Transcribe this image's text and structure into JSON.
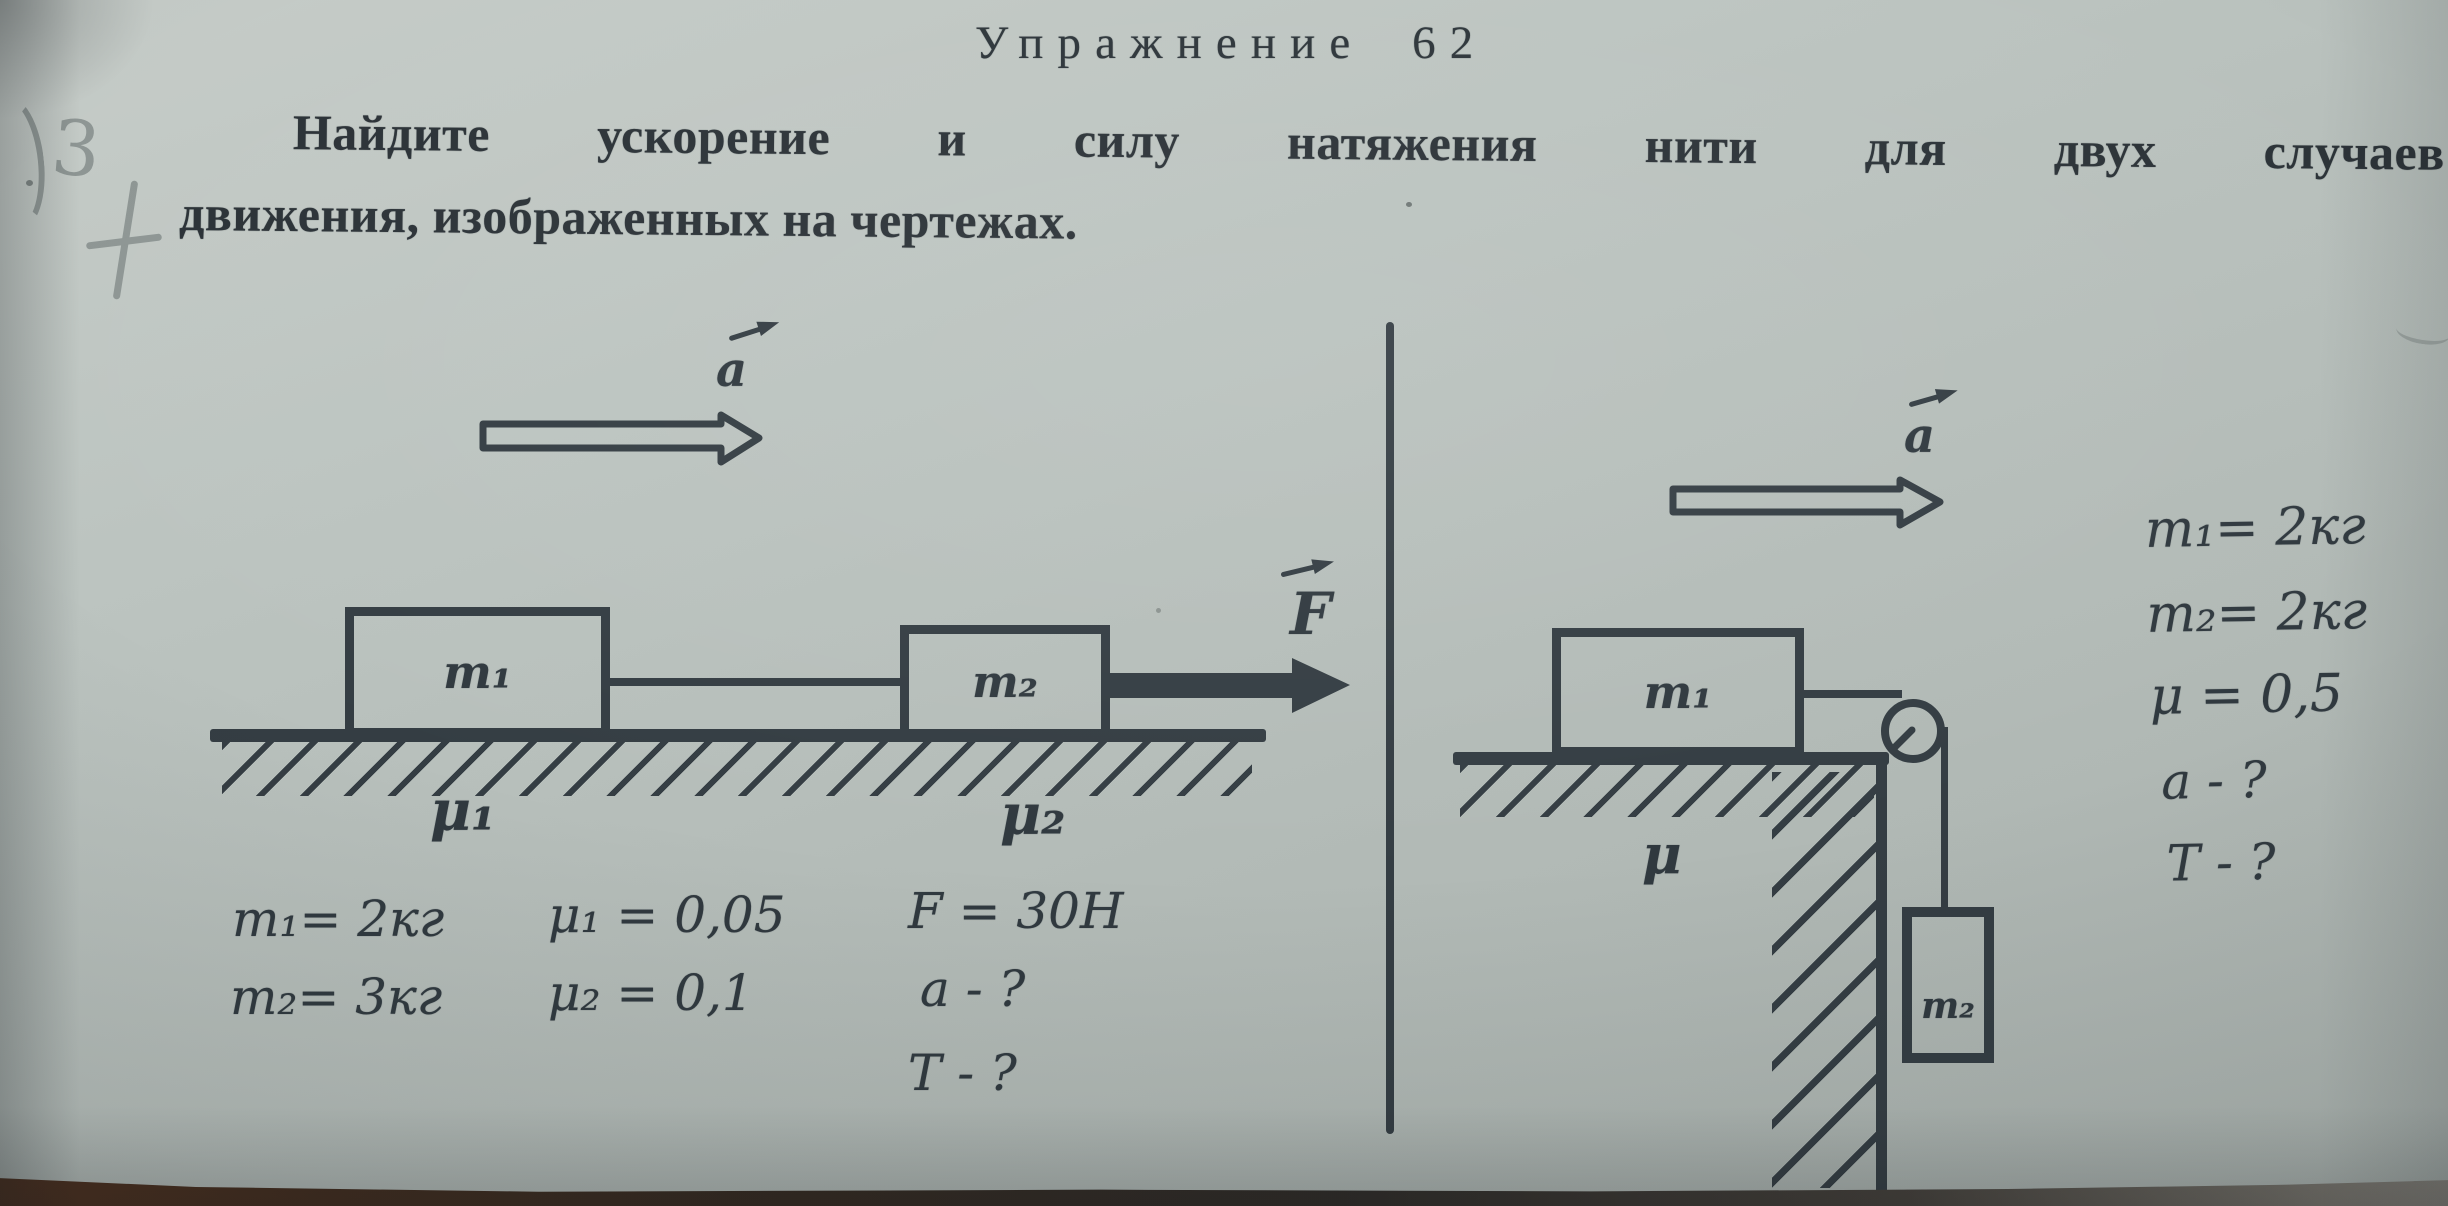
{
  "photo": {
    "title": "Упражнение 62",
    "problem": {
      "line1": "Найдите ускорение и силу натяжения нити для двух случаев",
      "line2": "движения, изображенных на чертежах."
    },
    "margin_note": "3"
  },
  "colors": {
    "paper": "#b7bfbb",
    "ink": "#343d43",
    "pencil": "#8e9694",
    "table_edge_brown": "#4a2d1c"
  },
  "left_diagram": {
    "accel_label": "a",
    "block1_label": "m₁",
    "block2_label": "m₂",
    "force_label": "F",
    "mu1_label": "μ₁",
    "mu2_label": "μ₂",
    "given": {
      "m1": "m₁= 2кг",
      "mu1": "μ₁ = 0,05",
      "F": "F = 30Н",
      "m2": "m₂= 3кг",
      "mu2": "μ₂ = 0,1",
      "a": "a - ?",
      "T": "T - ?"
    }
  },
  "right_diagram": {
    "accel_label": "a",
    "block1_label": "m₁",
    "block2_label": "m₂",
    "mu_label": "μ",
    "given": [
      "m₁= 2кг",
      "m₂= 2кг",
      "μ = 0,5",
      "a - ?",
      "T - ?"
    ]
  }
}
